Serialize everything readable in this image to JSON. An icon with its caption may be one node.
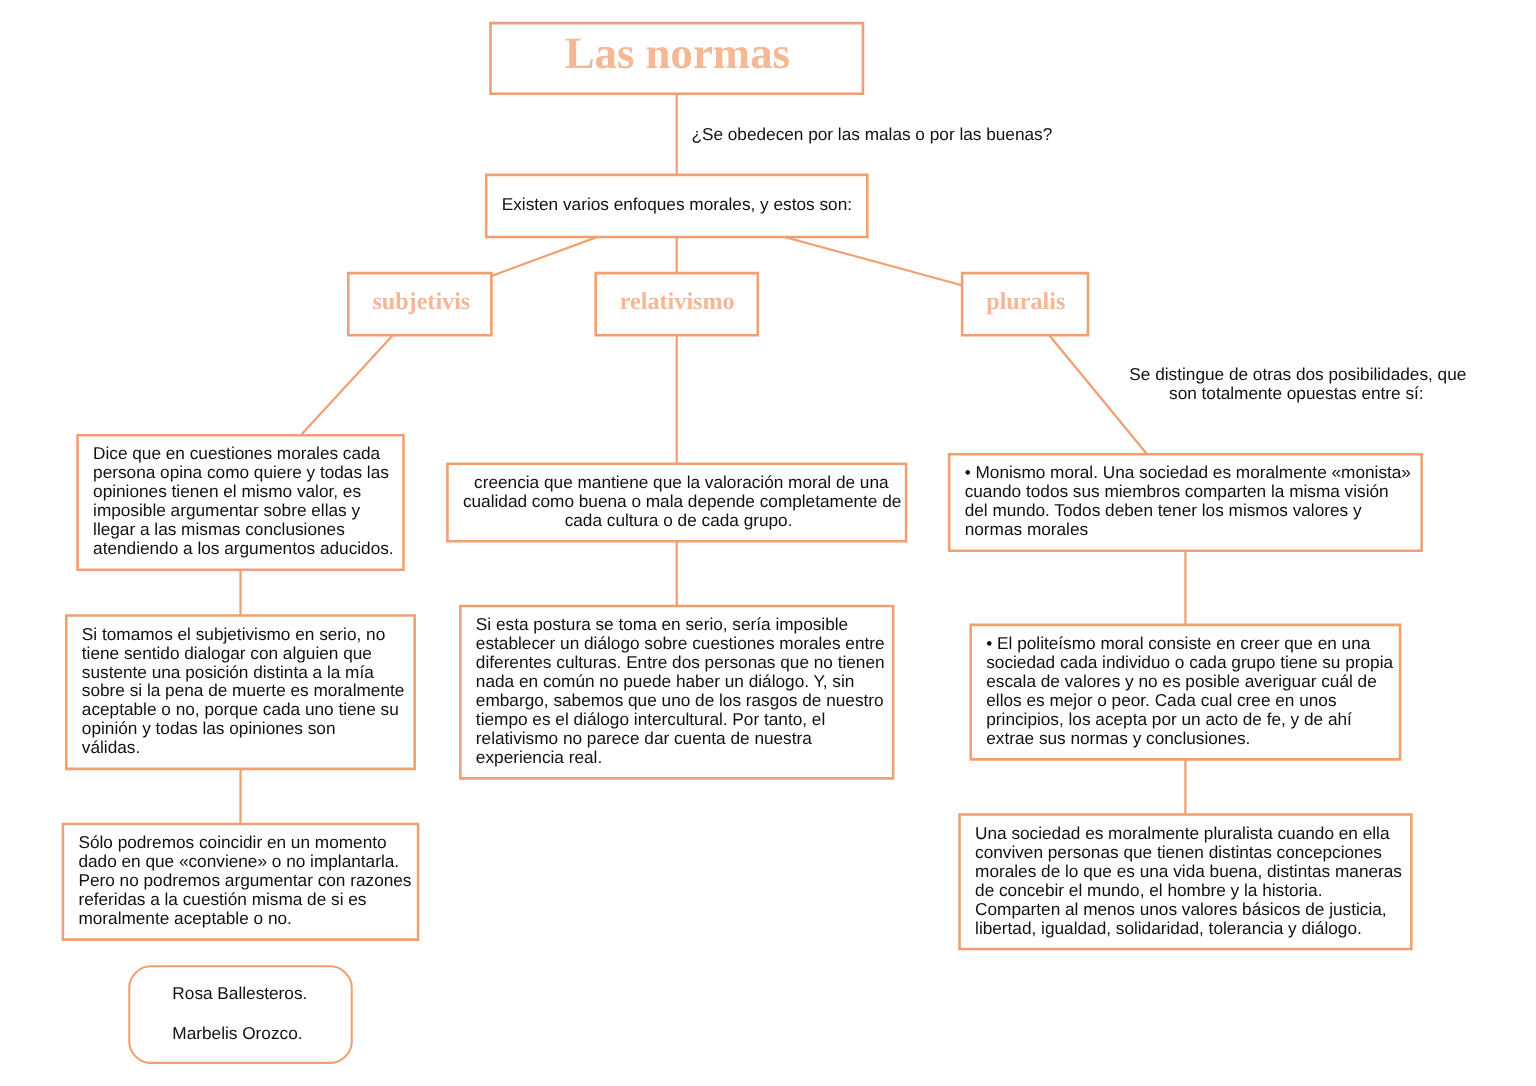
{
  "diagram": {
    "nodes": [
      {
        "text": [
          "Las normas"
        ]
      },
      {
        "text": [
          "Existen varios enfoques morales, y estos son:"
        ]
      },
      {
        "text": [
          "subjetivis"
        ]
      },
      {
        "text": [
          "Dice que en cuestiones morales cada persona opina como quiere y todas las opiniones tienen el mismo valor, es imposible argumentar sobre ellas y llegar a las mismas conclusiones atendiendo a los argumentos aducidos."
        ]
      },
      {
        "text": [
          "Si tomamos el subjetivismo en serio, no tiene sentido dialogar con alguien que sustente una posición distinta a la mía sobre si la pena de muerte es moralmente aceptable o no, porque cada uno tiene su opinión y todas las opiniones son válidas."
        ]
      },
      {
        "text": [
          "Sólo podremos coincidir en un momento dado en que «conviene» o no implantarla. Pero no podremos argumentar con razones referidas a la cuestión misma de si es moralmente aceptable o no."
        ]
      },
      {
        "text": [
          "relativismo"
        ]
      },
      {
        "text": [
          "creencia que mantiene que la valoración moral de una cualidad como buena o mala depende completamente de cada cultura o de cada grupo."
        ]
      },
      {
        "text": [
          "Si esta postura se toma en serio, sería imposible establecer un diálogo sobre cuestiones morales entre diferentes culturas. Entre dos personas que no tienen nada en común no puede haber un diálogo. Y, sin embargo, sabemos que uno de los rasgos de nuestro tiempo es el diálogo intercultural. Por tanto, el relativismo no parece dar cuenta de nuestra experiencia real."
        ]
      },
      {
        "text": [
          "pluralis"
        ]
      },
      {
        "text": [
          "• Monismo moral. Una sociedad es moralmente «monista» cuando todos sus miembros comparten la misma visión del mundo. Todos deben tener los mismos valores y normas morales"
        ]
      },
      {
        "text": [
          "• El politeísmo moral consiste en creer que en una sociedad cada individuo o cada grupo tiene su propia escala de valores y no es posible averiguar cuál de ellos es mejor o peor. Cada cual cree en unos principios, los acepta por un acto de fe, y de ahí extrae sus normas y conclusiones."
        ]
      },
      {
        "text": [
          "Una sociedad es moralmente pluralista cuando en ella conviven personas que tienen distintas concepciones morales de lo que es una vida buena, distintas maneras de concebir el mundo, el hombre y la historia. Comparten al menos unos valores básicos de justicia, libertad, igualdad, solidaridad, tolerancia y diálogo."
        ]
      },
      {
        "text": [
          "Rosa Ballesteros.",
          "Marbelis Orozco."
        ]
      }
    ],
    "edges": [
      {
        "from": 0,
        "to": 1,
        "arrow": "none",
        "label": "¿Se obedecen por las malas o por las buenas?"
      },
      {
        "from": 1,
        "to": 2,
        "arrow": "none"
      },
      {
        "from": 1,
        "to": 6,
        "arrow": "none"
      },
      {
        "from": 1,
        "to": 9,
        "arrow": "none"
      },
      {
        "from": 2,
        "to": 3,
        "arrow": "none"
      },
      {
        "from": 3,
        "to": 4,
        "arrow": "none"
      },
      {
        "from": 4,
        "to": 5,
        "arrow": "none"
      },
      {
        "from": 6,
        "to": 7,
        "arrow": "none"
      },
      {
        "from": 7,
        "to": 8,
        "arrow": "none"
      },
      {
        "from": 9,
        "to": 10,
        "arrow": "none",
        "label": "Se distingue de otras dos posibilidades, que son totalmente opuestas entre sí:"
      },
      {
        "from": 10,
        "to": 11,
        "arrow": "none"
      },
      {
        "from": 11,
        "to": 12,
        "arrow": "none"
      }
    ]
  }
}
